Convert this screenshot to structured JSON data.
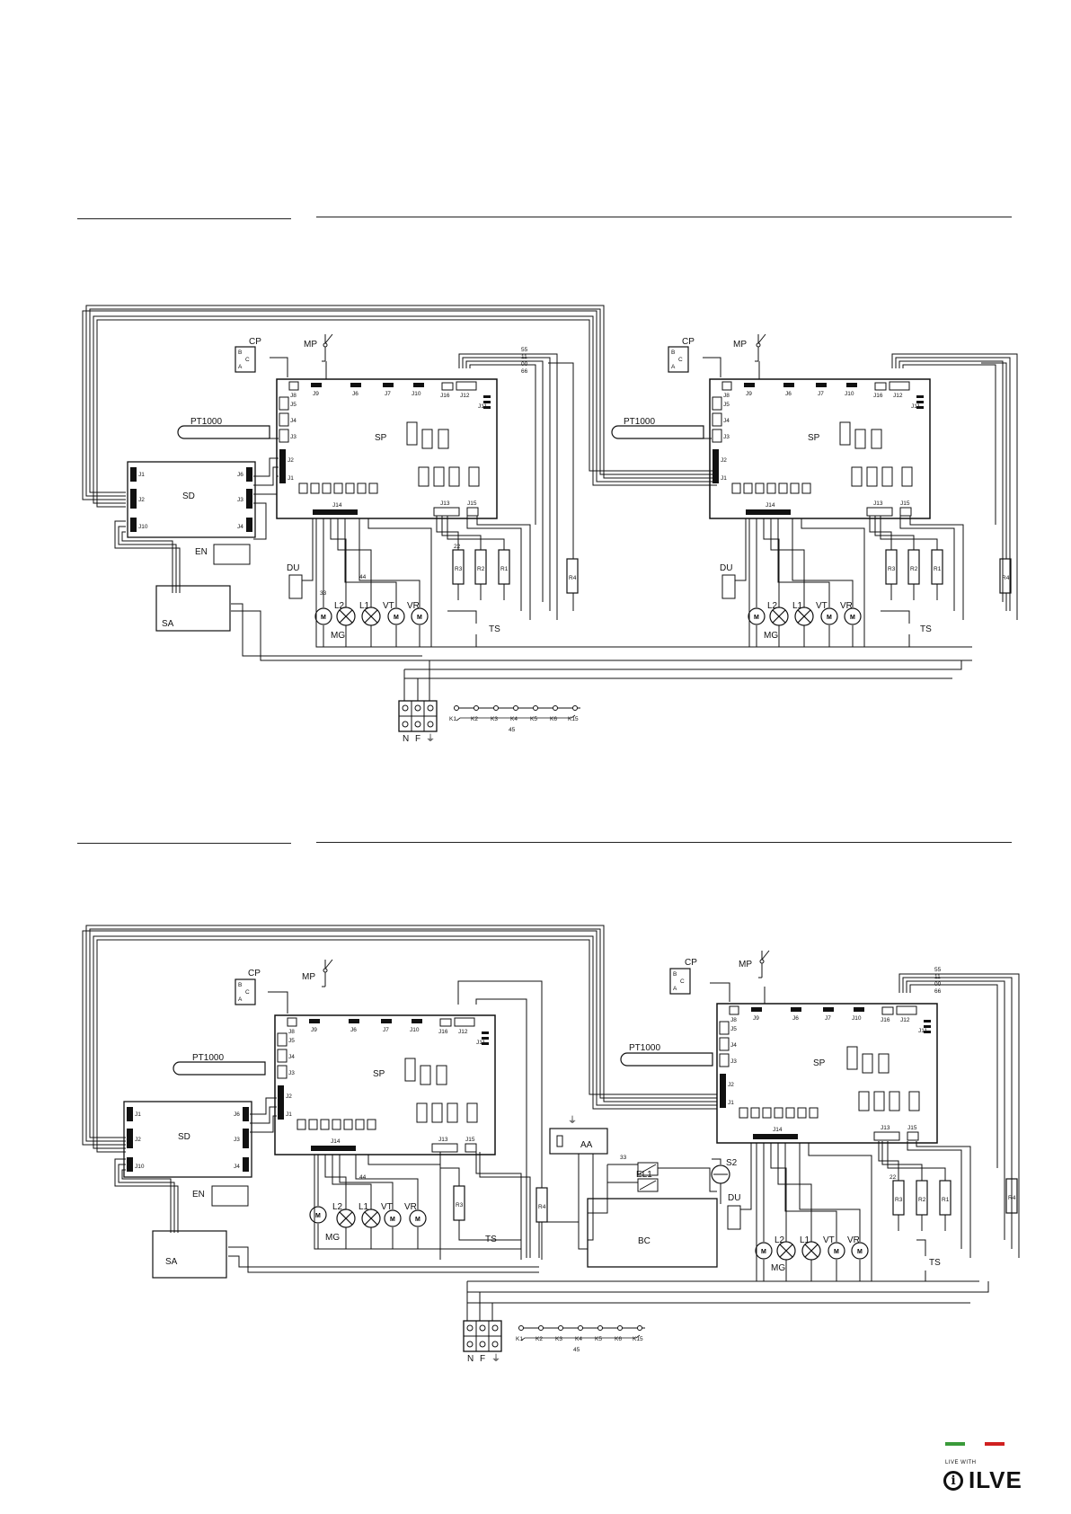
{
  "diagrams": [
    {
      "left": {
        "SP": "SP",
        "SD": "SD",
        "SA": "SA",
        "EN": "EN",
        "CP": "CP",
        "MP": "MP",
        "PT": "PT1000",
        "DU": "DU",
        "TS": "TS",
        "MG": "MG",
        "L2": "L2",
        "L1": "L1",
        "VT": "VT",
        "VR": "VR",
        "R1": "R1",
        "R2": "R2",
        "R3": "R3",
        "R4": "R4"
      },
      "right": {
        "SP": "SP",
        "CP": "CP",
        "MP": "MP",
        "PT": "PT1000",
        "DU": "DU",
        "TS": "TS",
        "MG": "MG",
        "L2": "L2",
        "L1": "L1",
        "VT": "VT",
        "VR": "VR",
        "R1": "R1",
        "R2": "R2",
        "R3": "R3",
        "R4": "R4"
      }
    },
    {
      "left": {
        "SP": "SP",
        "SD": "SD",
        "SA": "SA",
        "EN": "EN",
        "CP": "CP",
        "MP": "MP",
        "PT": "PT1000",
        "TS": "TS",
        "MG": "MG",
        "L2": "L2",
        "L1": "L1",
        "VT": "VT",
        "VR": "VR",
        "R3": "R3",
        "R4": "R4"
      },
      "right": {
        "SP": "SP",
        "CP": "CP",
        "MP": "MP",
        "PT": "PT1000",
        "DU": "DU",
        "TS": "TS",
        "MG": "MG",
        "L2": "L2",
        "L1": "L1",
        "VT": "VT",
        "VR": "VR",
        "R1": "R1",
        "R2": "R2",
        "R3": "R3",
        "R4": "R4",
        "AA": "AA",
        "BC": "BC",
        "EL1": "EL1",
        "S2": "S2"
      }
    }
  ],
  "terminals": {
    "N": "N",
    "F": "F",
    "keys": [
      "K1",
      "K2",
      "K3",
      "K4",
      "K5",
      "K6",
      "K15"
    ],
    "group": "45"
  },
  "wire_codes": [
    "11",
    "00",
    "22",
    "33",
    "44",
    "55",
    "66"
  ],
  "brand": {
    "tagline": "LIVE WITH",
    "name": "ILVE",
    "green": "#3a9a3a",
    "red": "#d02020"
  }
}
